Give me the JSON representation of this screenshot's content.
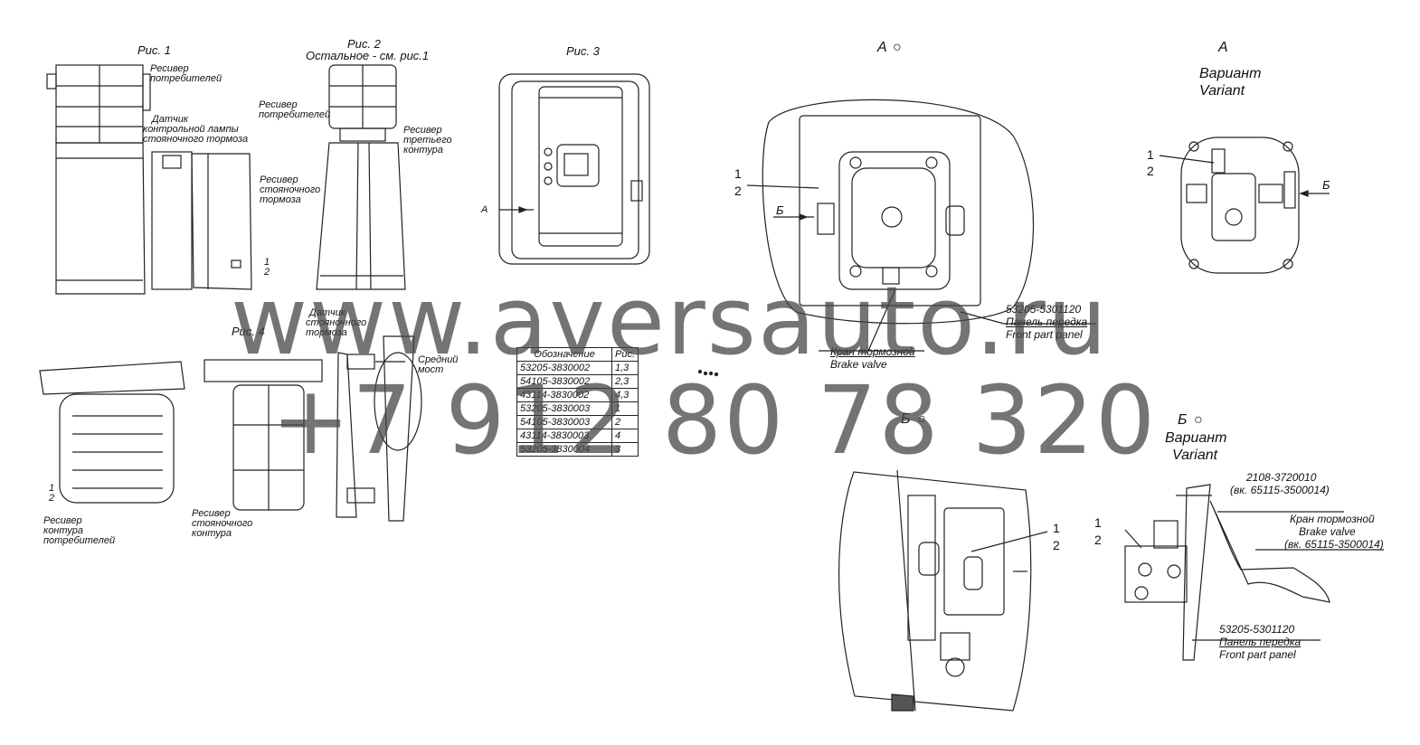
{
  "figures": {
    "fig1_title": "Рис. 1",
    "fig2_title": "Рис. 2",
    "fig2_subtitle": "Остальное - см. рис.1",
    "fig3_title": "Рис. 3",
    "fig4_title": "Рис. 4",
    "view_a_title": "А",
    "view_a_variant_title": "А",
    "variant_ru": "Вариант",
    "variant_en": "Variant",
    "view_b_title": "Б",
    "view_b_variant_title": "Б",
    "arrow_b": "Б",
    "arrow_a": "А"
  },
  "labels": {
    "fig1_receiver_consumers_1": "Ресивер",
    "fig1_receiver_consumers_2": "потребителей",
    "fig1_sensor_1": "Датчик",
    "fig1_sensor_2": "контрольной лампы",
    "fig1_sensor_3": "стояночного тормоза",
    "fig1_receiver_parking_1": "Ресивер",
    "fig1_receiver_parking_2": "стояночного",
    "fig1_receiver_parking_3": "тормоза",
    "fig2_receiver_consumers_1": "Ресивер",
    "fig2_receiver_consumers_2": "потребителей",
    "fig2_receiver_third_1": "Ресивер",
    "fig2_receiver_third_2": "третьего",
    "fig2_receiver_third_3": "контура",
    "fig4_sensor_1": "Датчик",
    "fig4_sensor_2": "стояночного",
    "fig4_sensor_3": "тормоза",
    "fig4_middle_axle_1": "Средний",
    "fig4_middle_axle_2": "мост",
    "fig4_receiver_consumers_1": "Ресивер",
    "fig4_receiver_consumers_2": "контура",
    "fig4_receiver_consumers_3": "потребителей",
    "fig4_receiver_parking_1": "Ресивер",
    "fig4_receiver_parking_2": "стояночного",
    "fig4_receiver_parking_3": "контура",
    "panel_part_no": "53205-5301120",
    "panel_ru": "Панель передка",
    "panel_en": "Front part panel",
    "brake_valve_ru": "Кран тормозной",
    "brake_valve_en": "Brake valve",
    "pedal_part_no": "2108-3720010",
    "pedal_note": "(вк. 65115-3500014)",
    "brake_valve_note": "(вк. 65115-3500014)",
    "one": "1",
    "two": "2"
  },
  "table": {
    "headers": [
      "Обозначение",
      "Рис."
    ],
    "rows": [
      [
        "53205-3830002",
        "1,3"
      ],
      [
        "54105-3830002",
        "2,3"
      ],
      [
        "43114-3830002",
        "4,3"
      ],
      [
        "53205-3830003",
        "1"
      ],
      [
        "54105-3830003",
        "2"
      ],
      [
        "43114-3830003",
        "4"
      ],
      [
        "53205-3830004",
        "3"
      ]
    ]
  },
  "watermark": {
    "site": "www.aversauto.ru",
    "phone": "+7 912 80 78 320"
  }
}
